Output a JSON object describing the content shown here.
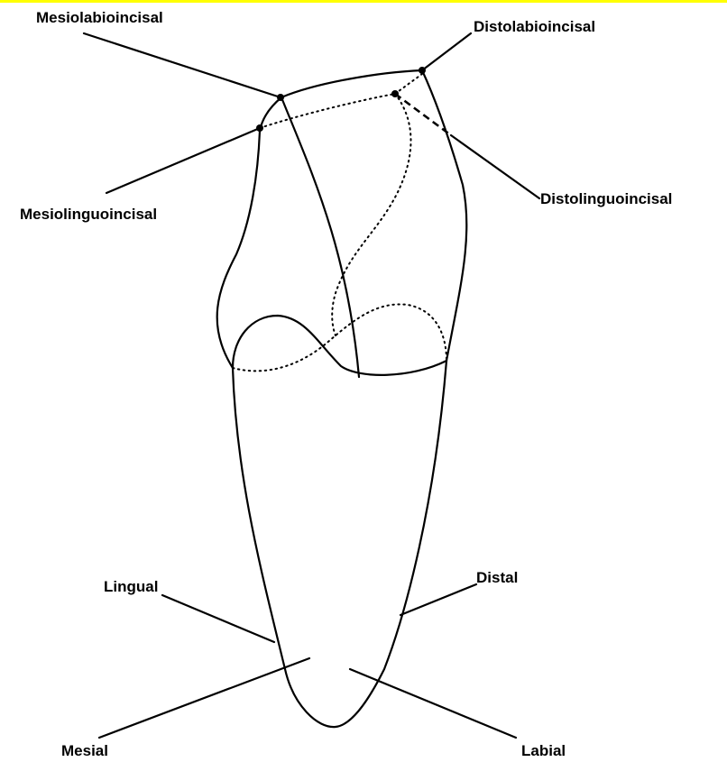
{
  "labels": {
    "mesiolabioincisal": "Mesiolabioincisal",
    "distolabioincisal": "Distolabioincisal",
    "mesiolinguoincisal": "Mesiolinguoincisal",
    "distolinguoincisal": "Distolinguoincisal",
    "lingual": "Lingual",
    "distal": "Distal",
    "mesial": "Mesial",
    "labial": "Labial"
  },
  "colors": {
    "line": "#000000",
    "background": "#ffffff",
    "top_border": "#ffff00"
  }
}
